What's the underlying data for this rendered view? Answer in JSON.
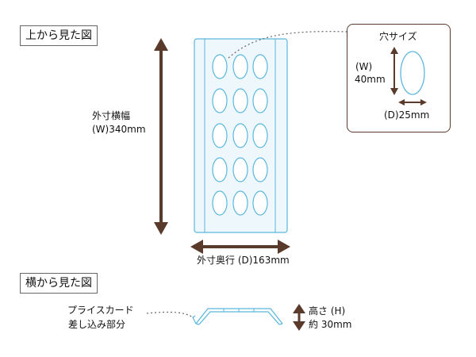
{
  "top_view": {
    "heading": "上から見た図",
    "width_label_line1": "外寸横幅",
    "width_label_line2": "(W)340mm",
    "depth_label": "外寸奥行 (D)163mm"
  },
  "hole_size": {
    "title": "穴サイズ",
    "w_label_line1": "(W)",
    "w_label_line2": "40mm",
    "d_label": "(D)25mm"
  },
  "side_view": {
    "heading": "横から見た図",
    "slot_label_line1": "プライスカード",
    "slot_label_line2": "差し込み部分",
    "height_label_line1": "高さ (H)",
    "height_label_line2": "約 30mm"
  },
  "colors": {
    "arrow": "#5a3a2a",
    "tray_outline": "#5bb7dd",
    "tray_fill": "#eef7fc"
  }
}
